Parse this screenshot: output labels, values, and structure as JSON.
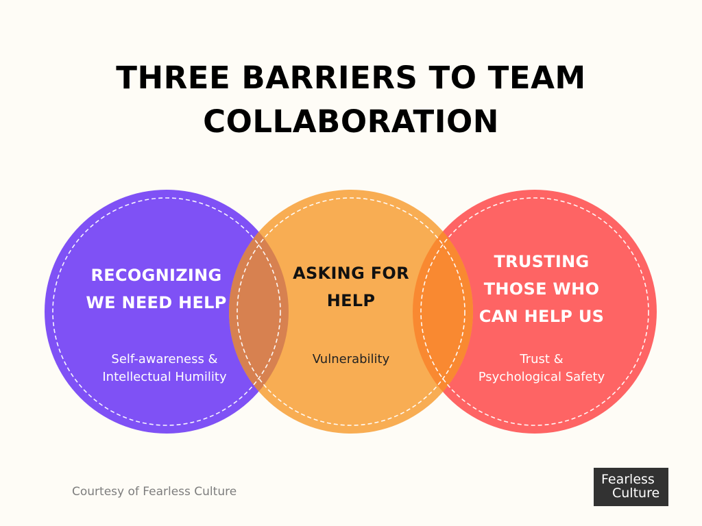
{
  "title": {
    "line1": "THREE BARRIERS TO TEAM",
    "line2": "COLLABORATION"
  },
  "circles": [
    {
      "id": "recognizing",
      "title_lines": [
        "RECOGNIZING",
        "WE NEED HELP"
      ],
      "subtitle_lines": [
        "Self-awareness &",
        "Intellectual Humility"
      ],
      "fill": "#7f51f5",
      "text_color": "#ffffff"
    },
    {
      "id": "asking",
      "title_lines": [
        "ASKING FOR",
        "HELP"
      ],
      "subtitle_lines": [
        "Vulnerability"
      ],
      "fill": "#f8ad53",
      "text_color": "#111111"
    },
    {
      "id": "trusting",
      "title_lines": [
        "TRUSTING",
        "THOSE WHO",
        "CAN HELP US"
      ],
      "subtitle_lines": [
        "Trust &",
        "Psychological Safety"
      ],
      "fill": "#fe6464",
      "text_color": "#ffffff"
    }
  ],
  "overlap_colors": {
    "purple_orange": "#d78150",
    "orange_red": "#f98931"
  },
  "footer": {
    "credit": "Courtesy of Fearless Culture",
    "logo_line1": "Fearless",
    "logo_line2": "Culture"
  }
}
